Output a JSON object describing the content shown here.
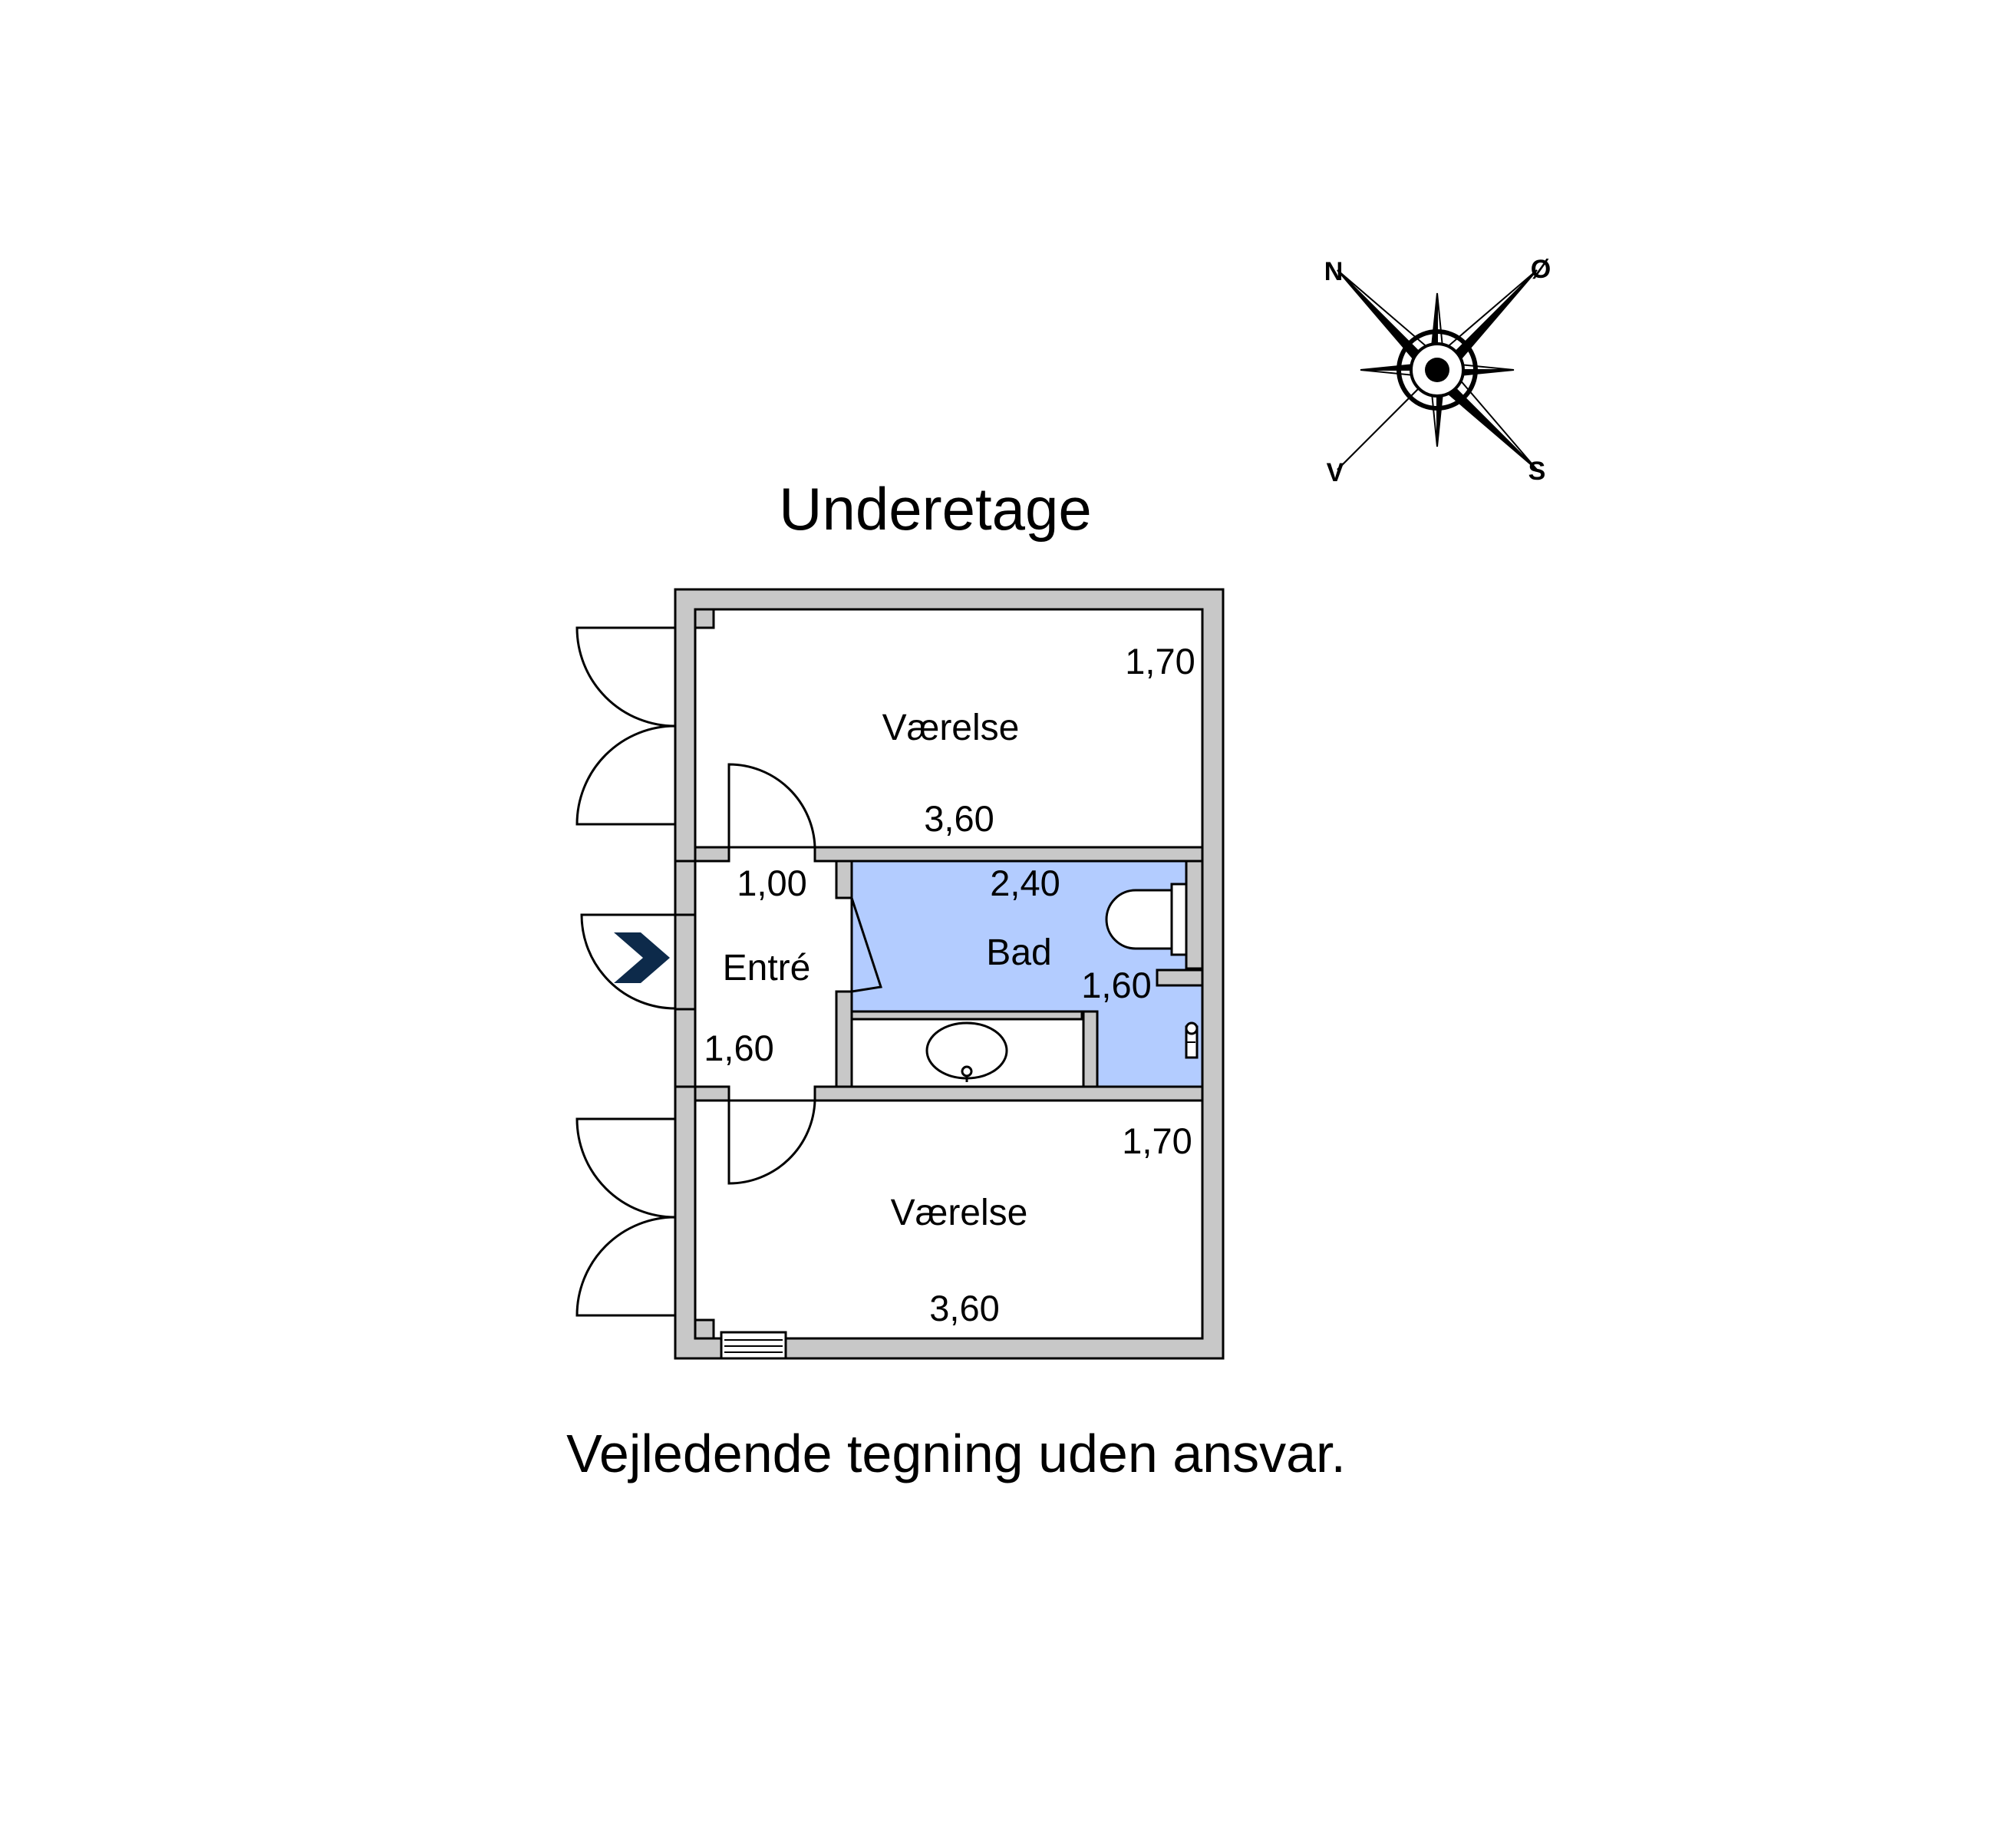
{
  "title": "Underetage",
  "disclaimer": "Vejledende tegning uden ansvar.",
  "compass": {
    "north": "N",
    "east": "Ø",
    "south": "S",
    "west": "V"
  },
  "rooms": {
    "top_room": {
      "name": "Værelse",
      "width": "3,60",
      "depth": "1,70"
    },
    "entry": {
      "name": "Entré",
      "width": "1,00",
      "depth": "1,60"
    },
    "bathroom": {
      "name": "Bad",
      "width": "2,40",
      "depth": "1,60"
    },
    "bottom_room": {
      "name": "Værelse",
      "width": "3,60",
      "depth": "1,70"
    }
  },
  "colors": {
    "wall": "#c8c8c8",
    "bathroom_fill": "#b3ccff",
    "entry_arrow": "#0d2a4a",
    "outline": "#000000"
  },
  "icons": [
    "compass-rose-icon",
    "entry-arrow-icon",
    "toilet-icon",
    "washbasin-icon",
    "tap-icon",
    "radiator-icon"
  ]
}
